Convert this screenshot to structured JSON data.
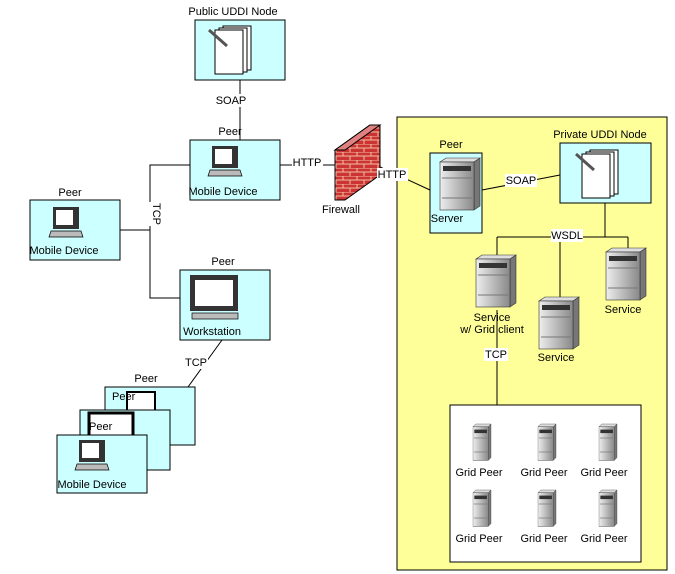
{
  "nodes": {
    "public_uddi": "Public UDDI Node",
    "top_peer": {
      "title": "Peer",
      "label": "Mobile Device"
    },
    "left_peer": {
      "title": "Peer",
      "label": "Mobile Device"
    },
    "workstation_peer": {
      "title": "Peer",
      "label": "Workstation"
    },
    "stack_peer": {
      "title": "Peer",
      "back_title": "Peer",
      "mid_title": "Peer",
      "label": "Mobile Device"
    },
    "firewall": "Firewall",
    "server_peer": {
      "title": "Peer",
      "label": "Server"
    },
    "private_uddi": "Private UDDI Node",
    "service_grid_client": {
      "line1": "Service",
      "line2": "w/ Grid client"
    },
    "service_mid": "Service",
    "service_right": "Service",
    "grid_peers": [
      "Grid Peer",
      "Grid Peer",
      "Grid Peer",
      "Grid Peer",
      "Grid Peer",
      "Grid Peer"
    ]
  },
  "edges": {
    "soap_public": "SOAP",
    "http_left": "HTTP",
    "http_right": "HTTP",
    "tcp_left": "TCP",
    "tcp_workstation": "TCP",
    "soap_private": "SOAP",
    "wsdl": "WSDL",
    "tcp_grid": "TCP"
  },
  "colors": {
    "peer_box": "#ccffff",
    "private_zone": "#ffff99",
    "firewall": "#cc3333"
  }
}
